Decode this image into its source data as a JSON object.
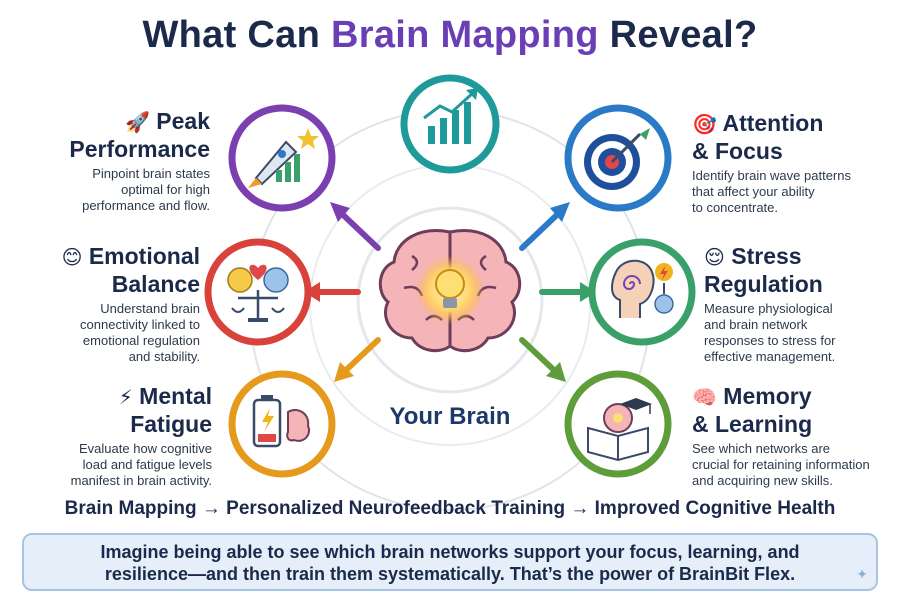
{
  "title": {
    "prefix": "What Can ",
    "accent": "Brain Mapping",
    "suffix": " Reveal?"
  },
  "center": {
    "label": "Your Brain"
  },
  "items": [
    {
      "emoji": "🚀",
      "title_line1": "Peak",
      "title_line2": "Performance",
      "desc": [
        "Pinpoint brain states",
        "optimal for high",
        "performance and flow."
      ],
      "color": "#7b3fb0",
      "icon": "rocket-chart-icon"
    },
    {
      "emoji": "😊",
      "title_line1": "Emotional",
      "title_line2": "Balance",
      "desc": [
        "Understand brain",
        "connectivity linked to",
        "emotional regulation",
        "and stability."
      ],
      "color": "#d9423a",
      "icon": "emotion-scale-icon"
    },
    {
      "emoji": "⚡",
      "title_line1": "Mental",
      "title_line2": "Fatigue",
      "desc": [
        "Evaluate how cognitive",
        "load and fatigue levels",
        "manifest in brain activity."
      ],
      "color": "#e59a1e",
      "icon": "low-battery-icon"
    },
    {
      "emoji": "🎯",
      "title_line1": "Attention",
      "title_line2": "& Focus",
      "desc": [
        "Identify brain wave patterns",
        "that affect your ability",
        "to concentrate."
      ],
      "color": "#2a7ac7",
      "icon": "target-icon"
    },
    {
      "emoji": "😌",
      "title_line1": "Stress",
      "title_line2": "Regulation",
      "desc": [
        "Measure physiological",
        "and brain network",
        "responses to stress for",
        "effective management."
      ],
      "color": "#3aa06a",
      "icon": "head-spiral-icon"
    },
    {
      "emoji": "🧠",
      "title_line1": "Memory",
      "title_line2": "& Learning",
      "desc": [
        "See which networks are",
        "crucial for retaining information",
        "and acquiring new skills."
      ],
      "color": "#5e9e3a",
      "icon": "book-brain-icon"
    }
  ],
  "top_icon": {
    "color": "#1e9a9a",
    "icon": "growth-chart-icon"
  },
  "flow": "Brain Mapping → Personalized Neurofeedback Training → Improved Cognitive Health",
  "callout": {
    "line1": "Imagine being able to see which brain networks support your focus, learning, and",
    "line2": "resilience—and then train them systematically. That’s the power of BrainBit Flex."
  }
}
